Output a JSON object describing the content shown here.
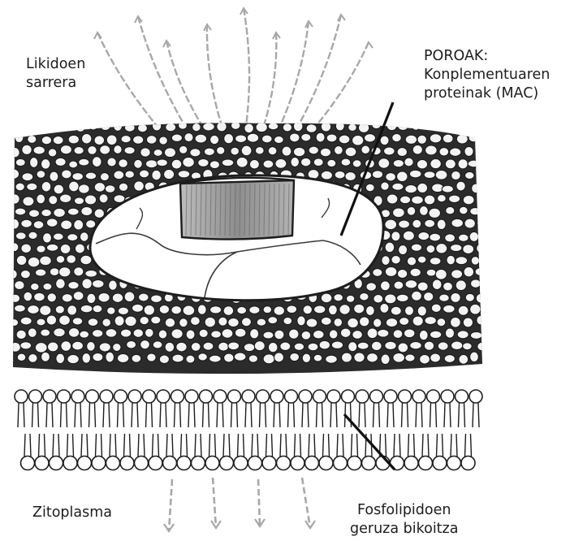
{
  "labels": {
    "fluid_inflow": [
      "Likidoen",
      "sarrera"
    ],
    "pores": [
      "POROAK:",
      "Konplementuaren",
      "proteinak (MAC)"
    ],
    "cytoplasm": "Zitoplasma",
    "bilayer": [
      "Fosfolipidoen",
      "geruza bikoitza"
    ]
  },
  "colors": {
    "ink": "#1d1d1d",
    "membrane_fill": "#2e2e2e",
    "cell": "#f3f3f3",
    "channel": "#9a9a9a",
    "arrow": "#a8a8a8"
  }
}
